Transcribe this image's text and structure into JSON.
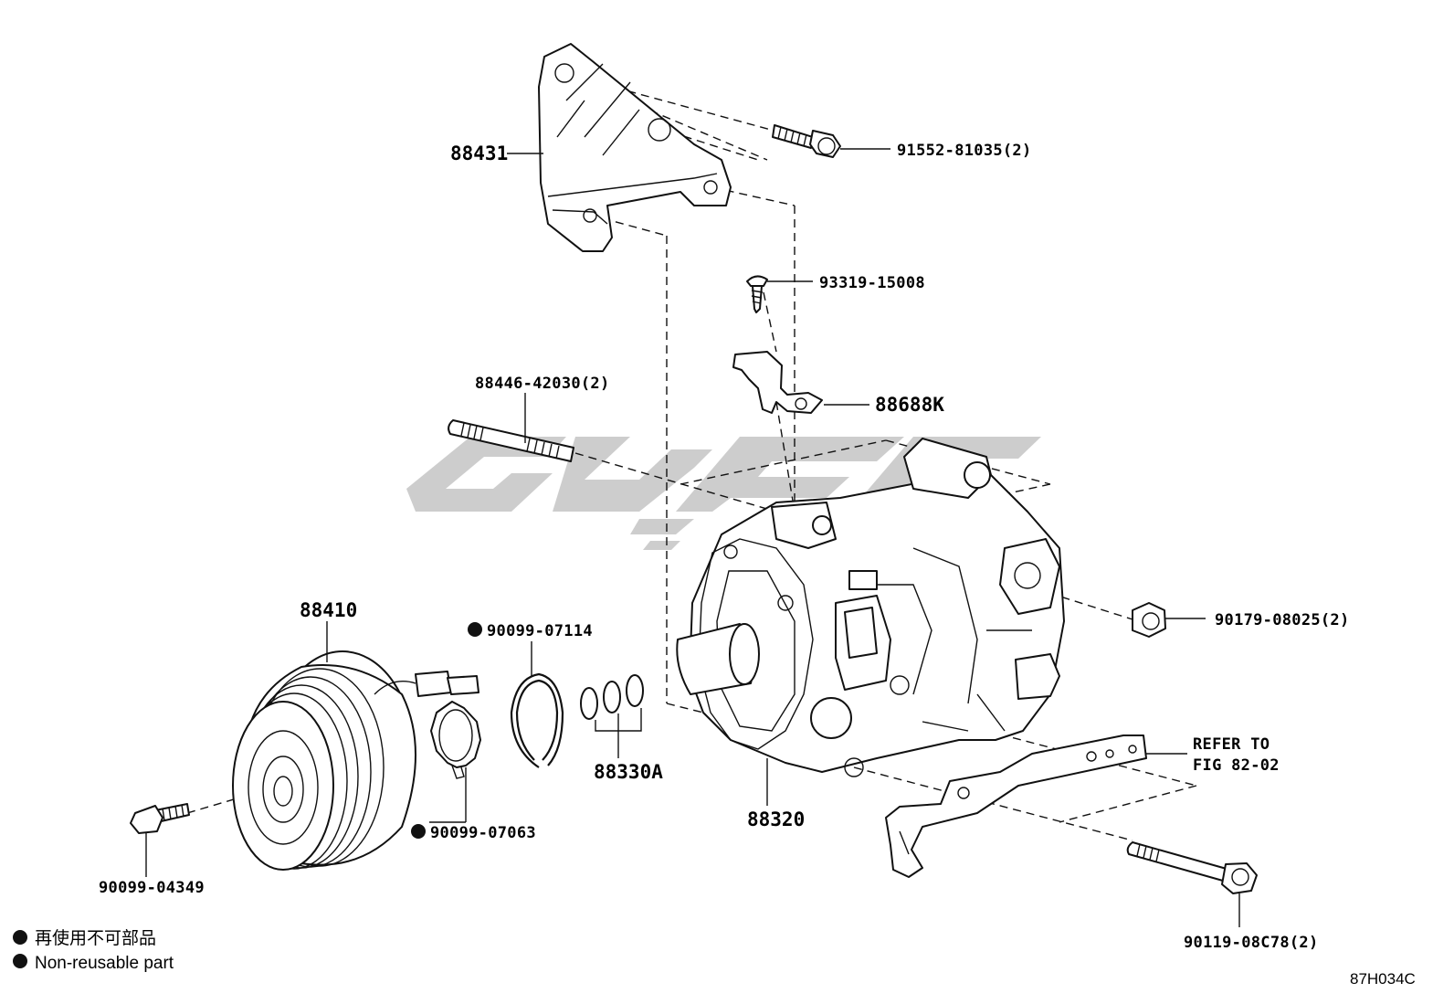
{
  "labels": {
    "bracket": "88431",
    "bracket_bolt": "91552-81035(2)",
    "screw": "93319-15008",
    "clamp": "88688K",
    "stud": "88446-42030(2)",
    "compressor": "88320",
    "nut": "90179-08025(2)",
    "clutch": "88410",
    "snap_ring": "90099-07114",
    "shims": "88330A",
    "shim_washer": "90099-07063",
    "clutch_bolt": "90099-04349",
    "refer_line1": "REFER TO",
    "refer_line2": "FIG 82-02",
    "long_bolt": "90119-08C78(2)"
  },
  "legend": {
    "chinese": "再使用不可部品",
    "english": "Non-reusable part"
  },
  "figure_code": "87H034C",
  "colors": {
    "ink": "#111111",
    "watermark": "#c6c6c6"
  }
}
